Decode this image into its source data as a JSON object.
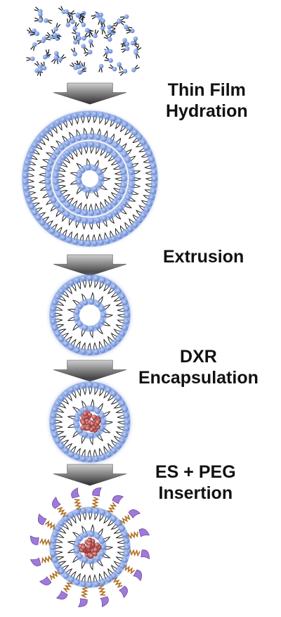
{
  "steps": {
    "hydration": {
      "line1": "Thin Film",
      "line2": "Hydration"
    },
    "extrusion": {
      "line1": "Extrusion"
    },
    "encapsulation": {
      "line1": "DXR",
      "line2": "Encapsulation"
    },
    "insertion": {
      "line1": "ES + PEG",
      "line2": "Insertion"
    }
  },
  "colors": {
    "headgroup": "#6b8cd8",
    "headgroup_dark": "#3f5fae",
    "tail": "#111111",
    "drug": "#b54848",
    "peg": "#a07ad8",
    "linker": "#b07020",
    "arrow_dark": "#333333",
    "arrow_light": "#bdbdbd",
    "text": "#111111"
  },
  "icons": {
    "process_arrow": "down-arrow-icon",
    "drug_core": "drug-cluster-icon",
    "ligand": "ligand-icon"
  }
}
